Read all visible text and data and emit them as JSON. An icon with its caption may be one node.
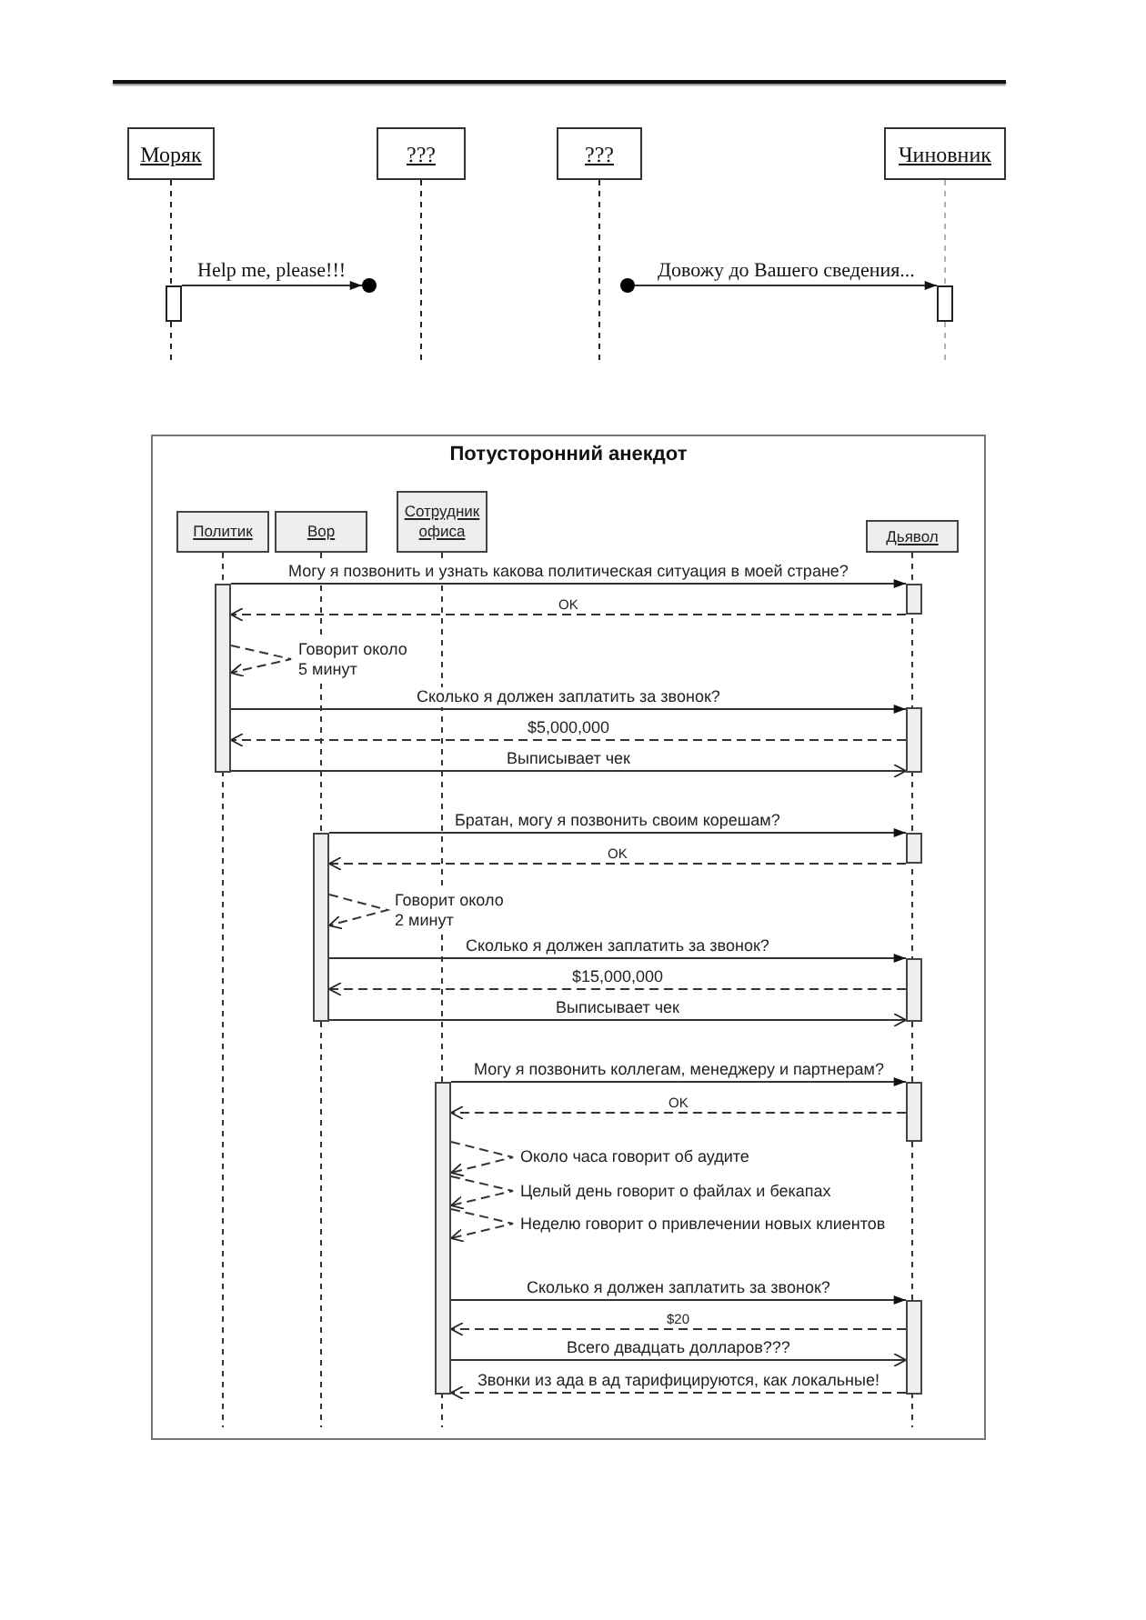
{
  "diagram": {
    "nodes": [
      {
        "text": [
          "Моряк"
        ]
      },
      {
        "text": [
          "???"
        ]
      },
      {
        "text": [
          "???"
        ]
      },
      {
        "text": [
          "Чиновник"
        ]
      },
      {
        "text": [],
        "shape": "bar"
      },
      {
        "text": [],
        "shape": "circle"
      },
      {
        "text": [],
        "shape": "circle"
      },
      {
        "text": [],
        "shape": "bar"
      },
      {
        "text": [
          "Потусторонний анекдот"
        ]
      },
      {
        "text": [
          "Политик"
        ],
        "in": 8
      },
      {
        "text": [
          "Вор"
        ],
        "in": 8
      },
      {
        "text": [
          "Сотрудник офиса"
        ],
        "in": 8
      },
      {
        "text": [
          "Дьявол"
        ],
        "in": 8
      },
      {
        "text": [],
        "shape": "bar",
        "in": 8
      },
      {
        "text": [],
        "shape": "bar",
        "in": 8
      },
      {
        "text": [],
        "shape": "bar",
        "in": 8
      },
      {
        "text": [],
        "shape": "bar",
        "in": 8
      },
      {
        "text": [],
        "shape": "bar",
        "in": 8
      },
      {
        "text": [],
        "shape": "bar",
        "in": 8
      },
      {
        "text": [],
        "shape": "bar",
        "in": 8
      },
      {
        "text": [],
        "shape": "bar",
        "in": 8
      },
      {
        "text": [],
        "shape": "bar",
        "in": 8
      }
    ],
    "edges": [
      {
        "from": 0,
        "to": null,
        "arrow": "none",
        "style": "dashed"
      },
      {
        "from": 1,
        "to": null,
        "arrow": "none",
        "style": "dashed"
      },
      {
        "from": 2,
        "to": null,
        "arrow": "none",
        "style": "dashed"
      },
      {
        "from": 3,
        "to": null,
        "arrow": "none",
        "style": "dashed",
        "color": "#b0b0b0"
      },
      {
        "from": 4,
        "to": 5,
        "arrow": "to",
        "label": "Help me, please!!!"
      },
      {
        "from": 6,
        "to": 7,
        "arrow": "to",
        "label": "Довожу до Вашего сведения..."
      },
      {
        "from": 9,
        "to": null,
        "arrow": "none",
        "style": "dashed"
      },
      {
        "from": 10,
        "to": null,
        "arrow": "none",
        "style": "dashed"
      },
      {
        "from": 11,
        "to": null,
        "arrow": "none",
        "style": "dashed"
      },
      {
        "from": 12,
        "to": null,
        "arrow": "none",
        "style": "dashed"
      },
      {
        "from": 13,
        "to": 14,
        "arrow": "to",
        "label": "Могу я позвонить и узнать какова политическая ситуация в моей стране?"
      },
      {
        "from": 14,
        "to": 13,
        "arrow": "to",
        "style": "dashed",
        "label": "OK"
      },
      {
        "from": 13,
        "to": 13,
        "arrow": "to",
        "style": "dashed",
        "label": "Говорит около 5 минут"
      },
      {
        "from": 13,
        "to": 15,
        "arrow": "to",
        "label": "Сколько я должен заплатить за звонок?"
      },
      {
        "from": 15,
        "to": 13,
        "arrow": "to",
        "style": "dashed",
        "label": "$5,000,000"
      },
      {
        "from": 13,
        "to": 15,
        "arrow": "to",
        "label": "Выписывает чек"
      },
      {
        "from": 16,
        "to": 17,
        "arrow": "to",
        "label": "Братан, могу я позвонить своим корешам?"
      },
      {
        "from": 17,
        "to": 16,
        "arrow": "to",
        "style": "dashed",
        "label": "OK"
      },
      {
        "from": 16,
        "to": 16,
        "arrow": "to",
        "style": "dashed",
        "label": "Говорит около 2 минут"
      },
      {
        "from": 16,
        "to": 18,
        "arrow": "to",
        "label": "Сколько я должен заплатить за звонок?"
      },
      {
        "from": 18,
        "to": 16,
        "arrow": "to",
        "style": "dashed",
        "label": "$15,000,000"
      },
      {
        "from": 16,
        "to": 18,
        "arrow": "to",
        "label": "Выписывает чек"
      },
      {
        "from": 19,
        "to": 20,
        "arrow": "to",
        "label": "Могу я позвонить коллегам, менеджеру и партнерам?"
      },
      {
        "from": 20,
        "to": 19,
        "arrow": "to",
        "style": "dashed",
        "label": "OK"
      },
      {
        "from": 19,
        "to": 19,
        "arrow": "to",
        "style": "dashed",
        "label": "Около часа говорит об аудите"
      },
      {
        "from": 19,
        "to": 19,
        "arrow": "to",
        "style": "dashed",
        "label": "Целый день говорит о файлах и бекапах"
      },
      {
        "from": 19,
        "to": 19,
        "arrow": "to",
        "style": "dashed",
        "label": "Неделю говорит о привлечении новых клиентов"
      },
      {
        "from": 19,
        "to": 21,
        "arrow": "to",
        "label": "Сколько я должен заплатить за звонок?"
      },
      {
        "from": 21,
        "to": 19,
        "arrow": "to",
        "style": "dashed",
        "label": "$20"
      },
      {
        "from": 19,
        "to": 21,
        "arrow": "to",
        "label": "Всего двадцать долларов???"
      },
      {
        "from": 21,
        "to": 19,
        "arrow": "to",
        "style": "dashed",
        "label": "Звонки из ада в ад тарифицируются, как локальные!"
      }
    ]
  }
}
